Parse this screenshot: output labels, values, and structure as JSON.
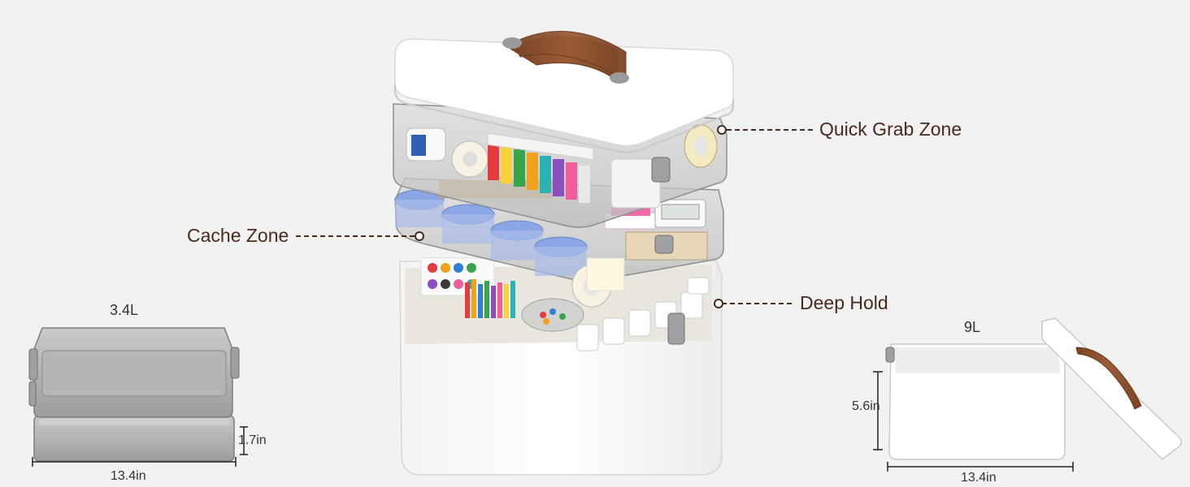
{
  "zones": {
    "quick_grab": "Quick Grab Zone",
    "cache": "Cache Zone",
    "deep_hold": "Deep Hold"
  },
  "left_tray": {
    "capacity": "3.4L",
    "width": "13.4in",
    "height": "1.7in"
  },
  "right_bin": {
    "capacity": "9L",
    "width": "13.4in",
    "height": "5.6in"
  },
  "colors": {
    "leather": "#8a5230",
    "label_text": "#4a2a1a",
    "tray_gray": "#a9aaab",
    "white_plastic": "#ffffff"
  }
}
